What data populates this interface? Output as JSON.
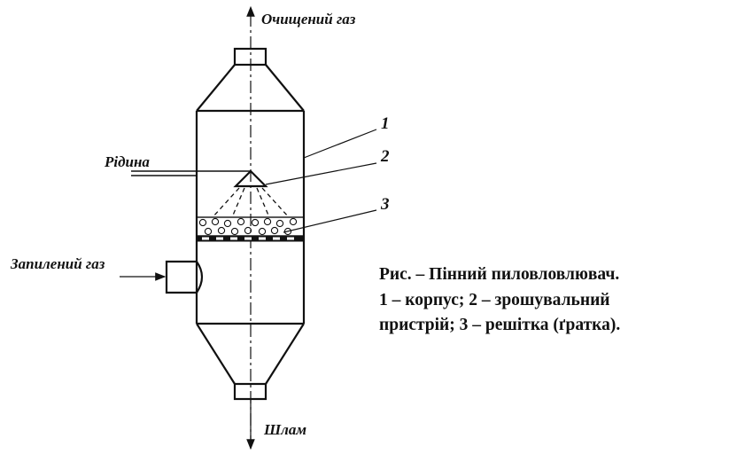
{
  "labels": {
    "clean_gas": "Очищений газ",
    "liquid": "Рідина",
    "dusty_gas": "Запилений газ",
    "sludge": "Шлам",
    "part1": "1",
    "part2": "2",
    "part3": "3"
  },
  "caption": {
    "line1": "Рис.  – Пінний пиловловлювач.",
    "line2": "1 – корпус; 2 – зрошувальний",
    "line3": "пристрій; 3 – решітка (ґратка)."
  }
}
